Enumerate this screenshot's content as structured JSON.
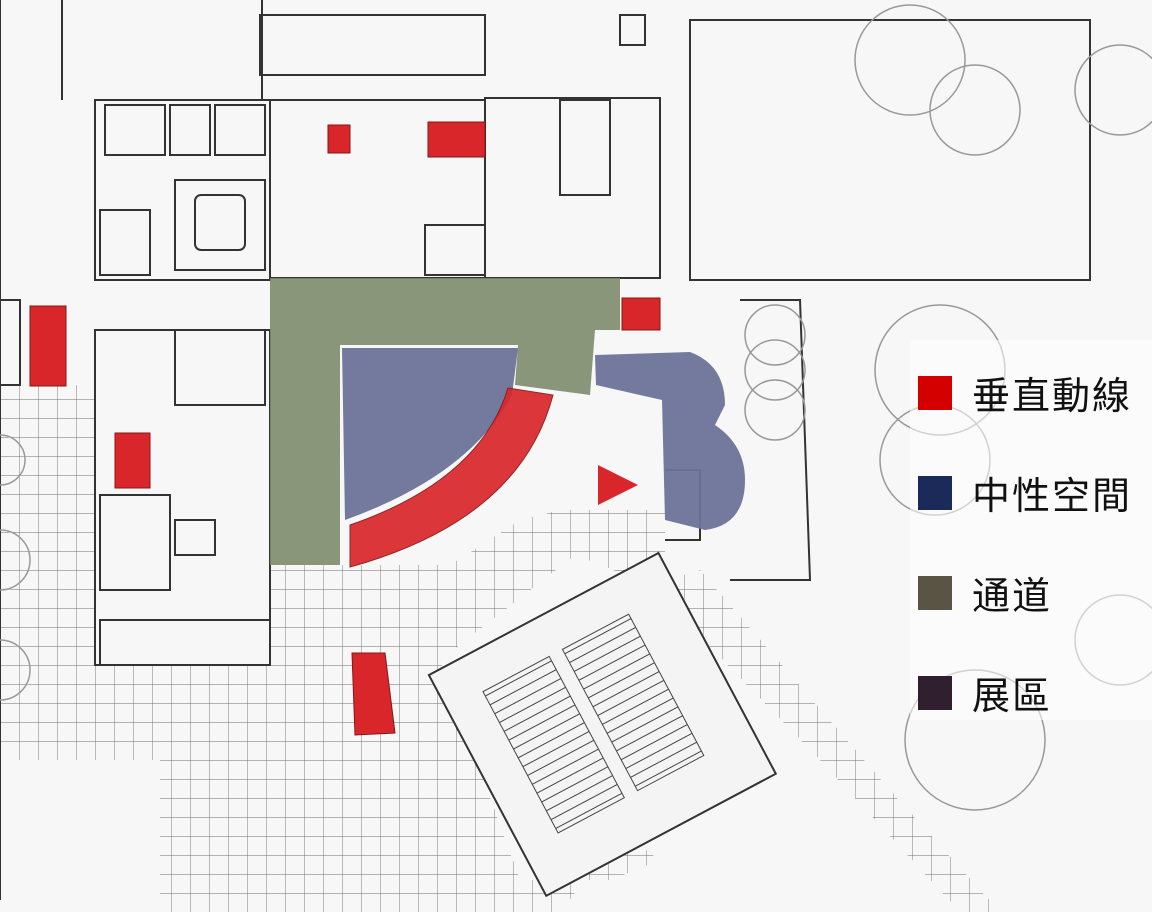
{
  "legend": {
    "items": [
      {
        "label": "垂直動線",
        "color": "#d40000"
      },
      {
        "label": "中性空間",
        "color": "#1c2a5a"
      },
      {
        "label": "通道",
        "color": "#5a5444"
      },
      {
        "label": "展區",
        "color": "#30202f"
      }
    ]
  },
  "zones": {
    "vertical_circulation_color": "#d9262a",
    "neutral_space_color": "#6d7398",
    "passage_color": "#7d8b6a"
  }
}
